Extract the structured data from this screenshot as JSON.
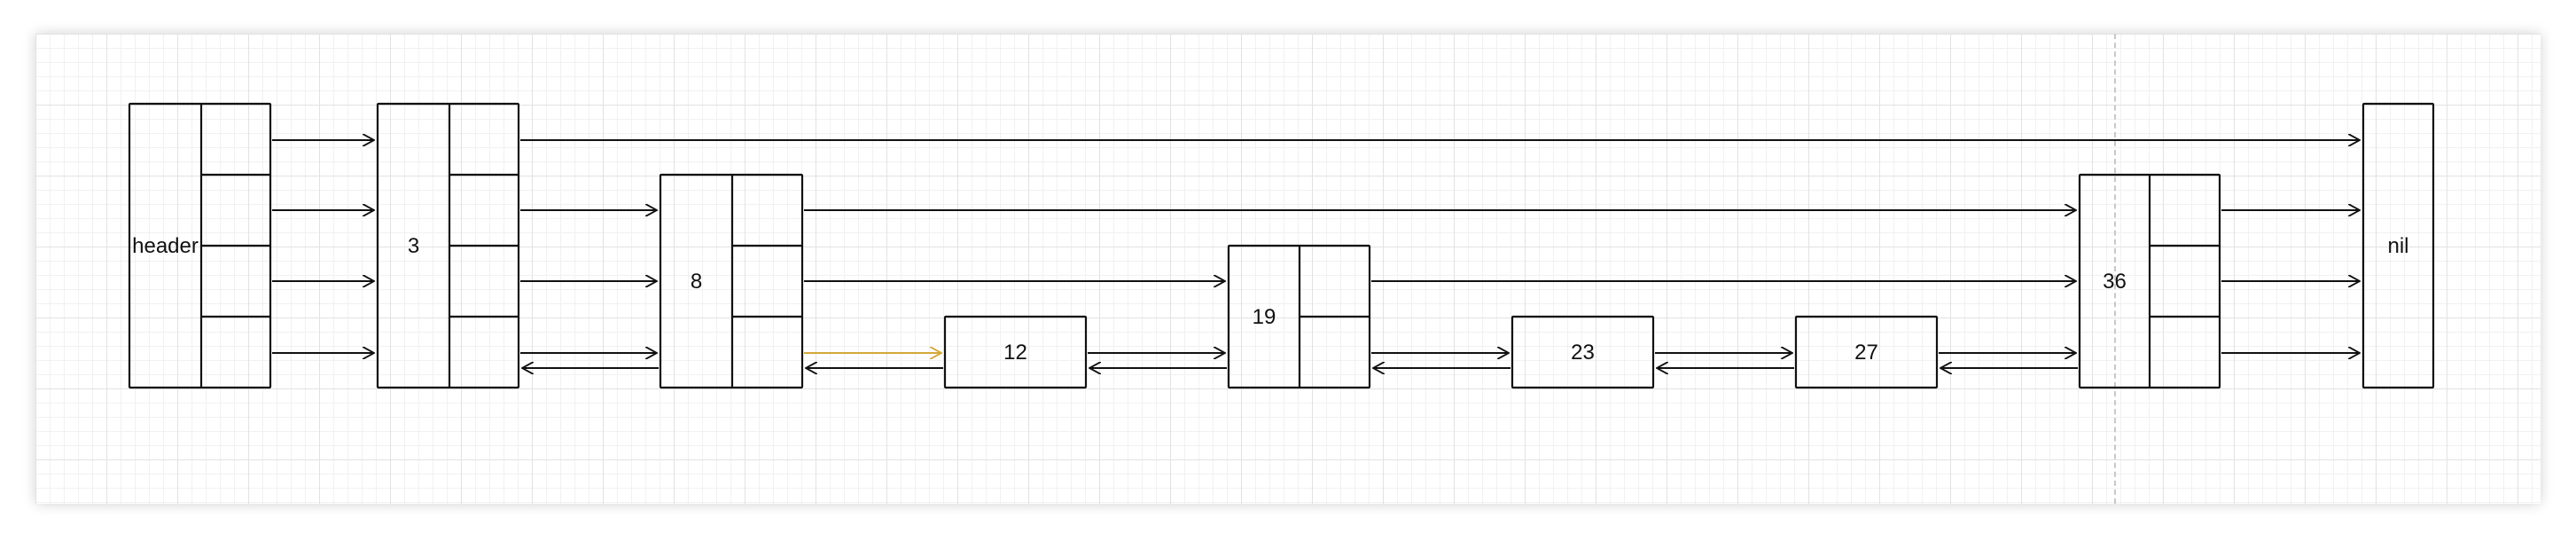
{
  "diagram": {
    "title": "",
    "colors": {
      "stroke": "#111111",
      "highlight": "#d4a83a",
      "grid": "#e2e2e2"
    },
    "nodes": [
      {
        "id": "header",
        "label": "header",
        "levels": 4
      },
      {
        "id": "n3",
        "label": "3",
        "levels": 4
      },
      {
        "id": "n8",
        "label": "8",
        "levels": 3
      },
      {
        "id": "n12",
        "label": "12",
        "levels": 1
      },
      {
        "id": "n19",
        "label": "19",
        "levels": 2
      },
      {
        "id": "n23",
        "label": "23",
        "levels": 1
      },
      {
        "id": "n27",
        "label": "27",
        "levels": 1
      },
      {
        "id": "n36",
        "label": "36",
        "levels": 3
      },
      {
        "id": "nil",
        "label": "nil",
        "levels": 4
      }
    ],
    "forward_links": [
      {
        "from": "header",
        "to": "n3",
        "level": 4
      },
      {
        "from": "header",
        "to": "n3",
        "level": 3
      },
      {
        "from": "header",
        "to": "n3",
        "level": 2
      },
      {
        "from": "header",
        "to": "n3",
        "level": 1
      },
      {
        "from": "n3",
        "to": "nil",
        "level": 4
      },
      {
        "from": "n3",
        "to": "n8",
        "level": 3
      },
      {
        "from": "n3",
        "to": "n8",
        "level": 2
      },
      {
        "from": "n3",
        "to": "n8",
        "level": 1
      },
      {
        "from": "n8",
        "to": "n36",
        "level": 3
      },
      {
        "from": "n8",
        "to": "n19",
        "level": 2
      },
      {
        "from": "n8",
        "to": "n12",
        "level": 1,
        "highlight": true
      },
      {
        "from": "n12",
        "to": "n19",
        "level": 1
      },
      {
        "from": "n19",
        "to": "n36",
        "level": 2
      },
      {
        "from": "n19",
        "to": "n23",
        "level": 1
      },
      {
        "from": "n23",
        "to": "n27",
        "level": 1
      },
      {
        "from": "n27",
        "to": "n36",
        "level": 1
      },
      {
        "from": "n36",
        "to": "nil",
        "level": 3
      },
      {
        "from": "n36",
        "to": "nil",
        "level": 2
      },
      {
        "from": "n36",
        "to": "nil",
        "level": 1
      }
    ],
    "backward_links": [
      {
        "from": "n8",
        "to": "n3"
      },
      {
        "from": "n12",
        "to": "n8"
      },
      {
        "from": "n19",
        "to": "n12"
      },
      {
        "from": "n23",
        "to": "n19"
      },
      {
        "from": "n27",
        "to": "n23"
      },
      {
        "from": "n36",
        "to": "n27"
      }
    ]
  }
}
